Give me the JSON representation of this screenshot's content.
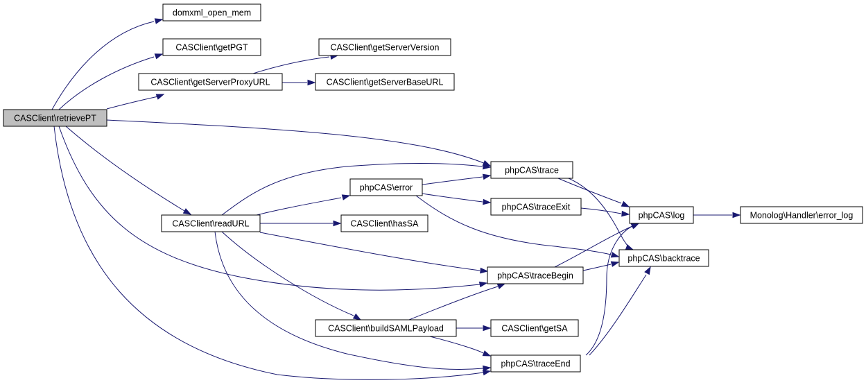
{
  "diagram": {
    "type": "call-graph",
    "root": "n_retrievePT",
    "colors": {
      "root_fill": "#bfbfbf",
      "node_fill": "#ffffff",
      "edge": "#191970",
      "border": "#000000"
    },
    "nodes": [
      {
        "id": "n_retrievePT",
        "label": "CASClient\\retrievePT"
      },
      {
        "id": "n_domxml",
        "label": "domxml_open_mem"
      },
      {
        "id": "n_getPGT",
        "label": "CASClient\\getPGT"
      },
      {
        "id": "n_getServerProxyURL",
        "label": "CASClient\\getServerProxyURL"
      },
      {
        "id": "n_getServerVersion",
        "label": "CASClient\\getServerVersion"
      },
      {
        "id": "n_getServerBaseURL",
        "label": "CASClient\\getServerBaseURL"
      },
      {
        "id": "n_trace",
        "label": "phpCAS\\trace"
      },
      {
        "id": "n_error",
        "label": "phpCAS\\error"
      },
      {
        "id": "n_traceExit",
        "label": "phpCAS\\traceExit"
      },
      {
        "id": "n_log",
        "label": "phpCAS\\log"
      },
      {
        "id": "n_errorLog",
        "label": "Monolog\\Handler\\error_log"
      },
      {
        "id": "n_readURL",
        "label": "CASClient\\readURL"
      },
      {
        "id": "n_hasSA",
        "label": "CASClient\\hasSA"
      },
      {
        "id": "n_backtrace",
        "label": "phpCAS\\backtrace"
      },
      {
        "id": "n_traceBegin",
        "label": "phpCAS\\traceBegin"
      },
      {
        "id": "n_buildSAML",
        "label": "CASClient\\buildSAMLPayload"
      },
      {
        "id": "n_getSA",
        "label": "CASClient\\getSA"
      },
      {
        "id": "n_traceEnd",
        "label": "phpCAS\\traceEnd"
      }
    ],
    "edges": [
      {
        "from": "n_retrievePT",
        "to": "n_domxml"
      },
      {
        "from": "n_retrievePT",
        "to": "n_getPGT"
      },
      {
        "from": "n_retrievePT",
        "to": "n_getServerProxyURL"
      },
      {
        "from": "n_retrievePT",
        "to": "n_trace"
      },
      {
        "from": "n_retrievePT",
        "to": "n_readURL"
      },
      {
        "from": "n_retrievePT",
        "to": "n_traceBegin"
      },
      {
        "from": "n_retrievePT",
        "to": "n_traceEnd"
      },
      {
        "from": "n_getServerProxyURL",
        "to": "n_getServerVersion"
      },
      {
        "from": "n_getServerProxyURL",
        "to": "n_getServerBaseURL"
      },
      {
        "from": "n_readURL",
        "to": "n_trace"
      },
      {
        "from": "n_readURL",
        "to": "n_error"
      },
      {
        "from": "n_readURL",
        "to": "n_hasSA"
      },
      {
        "from": "n_readURL",
        "to": "n_traceBegin"
      },
      {
        "from": "n_readURL",
        "to": "n_buildSAML"
      },
      {
        "from": "n_readURL",
        "to": "n_traceEnd"
      },
      {
        "from": "n_error",
        "to": "n_trace"
      },
      {
        "from": "n_error",
        "to": "n_traceExit"
      },
      {
        "from": "n_error",
        "to": "n_backtrace"
      },
      {
        "from": "n_trace",
        "to": "n_log"
      },
      {
        "from": "n_trace",
        "to": "n_backtrace"
      },
      {
        "from": "n_traceExit",
        "to": "n_log"
      },
      {
        "from": "n_log",
        "to": "n_errorLog"
      },
      {
        "from": "n_traceBegin",
        "to": "n_log"
      },
      {
        "from": "n_traceBegin",
        "to": "n_backtrace"
      },
      {
        "from": "n_buildSAML",
        "to": "n_traceBegin"
      },
      {
        "from": "n_buildSAML",
        "to": "n_getSA"
      },
      {
        "from": "n_buildSAML",
        "to": "n_traceEnd"
      },
      {
        "from": "n_traceEnd",
        "to": "n_log"
      },
      {
        "from": "n_traceEnd",
        "to": "n_backtrace"
      }
    ]
  }
}
